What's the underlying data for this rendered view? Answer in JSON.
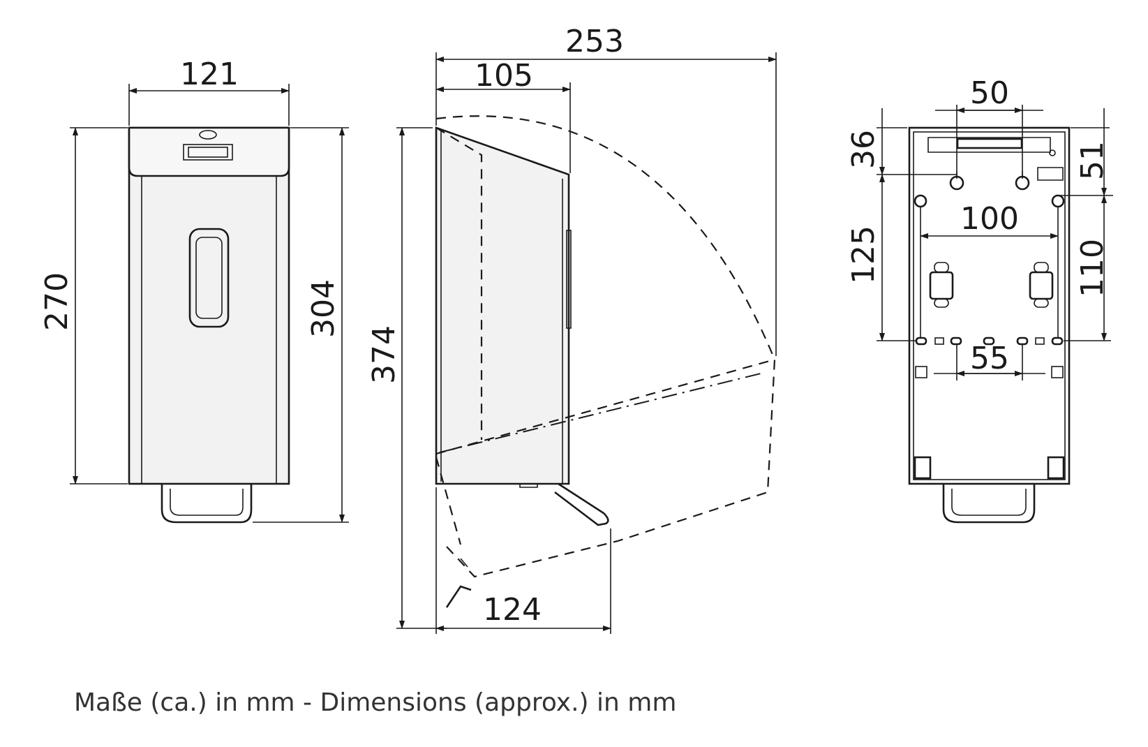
{
  "front_view": {
    "width_label": "121",
    "height_label": "270",
    "overall_height_label": "304"
  },
  "side_view": {
    "overall_depth_label": "253",
    "depth_label": "105",
    "open_height_label": "374",
    "open_depth_label": "124"
  },
  "back_view": {
    "top_hole_spacing_label": "50",
    "top_offset_label": "36",
    "right_top_offset_label": "51",
    "hole_spacing_label": "100",
    "vertical_spacing_label": "125",
    "right_vertical_label": "110",
    "bottom_spacing_label": "55"
  },
  "caption": "Maße (ca.) in mm - Dimensions (approx.) in mm"
}
